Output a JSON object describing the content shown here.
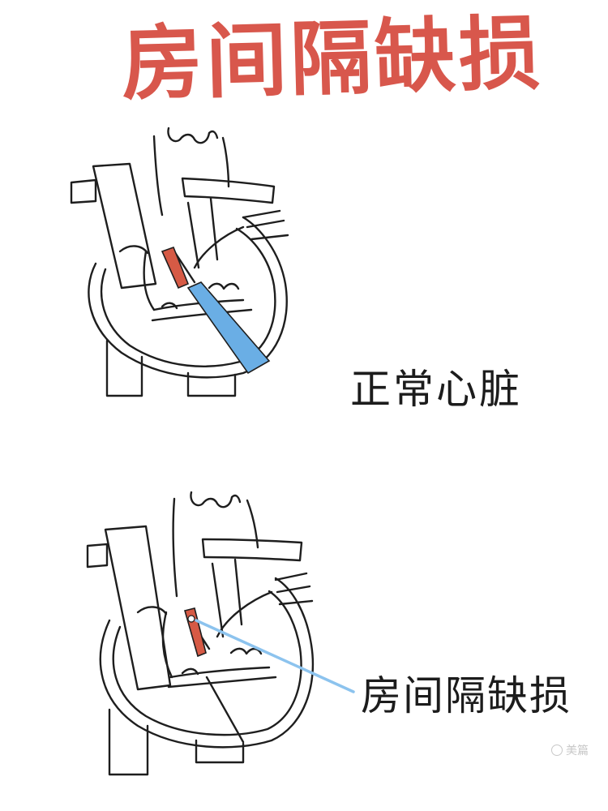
{
  "title": "房间隔缺损",
  "labels": {
    "normal_heart": "正常心脏",
    "asd": "房间隔缺损"
  },
  "watermark": "美篇",
  "colors": {
    "title": "#d8574c",
    "septum_red": "#d65a45",
    "septum_blue": "#6aaee5",
    "pointer_line": "#8cc3ee",
    "ink": "#1e1e1e"
  }
}
